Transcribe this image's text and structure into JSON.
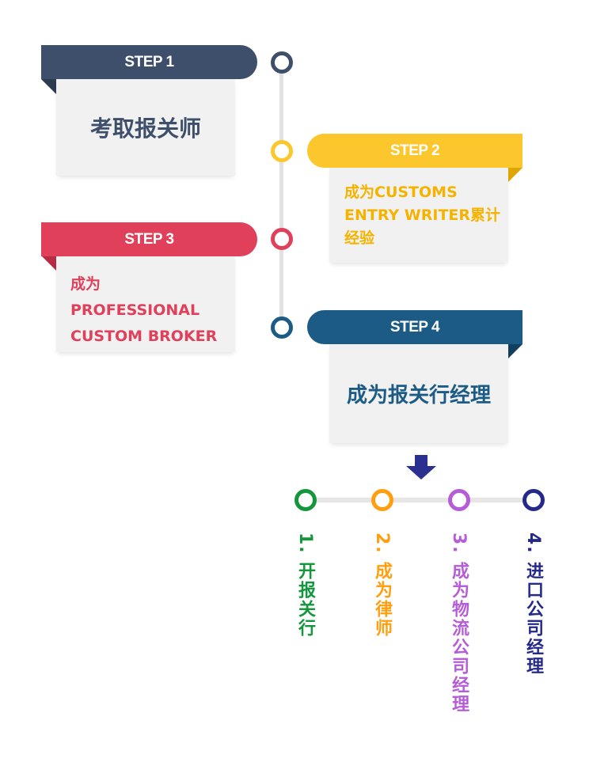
{
  "steps": [
    {
      "label": "STEP 1",
      "text": "考取报关师",
      "color": "#3d4f6b"
    },
    {
      "label": "STEP 2",
      "text": "成为CUSTOMS ENTRY WRITER累计经验",
      "color": "#fcc72c",
      "text_color": "#f5b300"
    },
    {
      "label": "STEP 3",
      "text": "成为PROFESSIONAL CUSTOM BROKER",
      "color": "#e0405a"
    },
    {
      "label": "STEP 4",
      "text": "成为报关行经理",
      "color": "#1c5b86"
    }
  ],
  "options": [
    {
      "text": "1. 开报关行",
      "color": "#14963c"
    },
    {
      "text": "2. 成为律师",
      "color": "#ff9f0f"
    },
    {
      "text": "3. 成为物流公司经理",
      "color": "#b55cd6"
    },
    {
      "text": "4. 进口公司经理",
      "color": "#252a8a"
    }
  ],
  "arrow_color": "#2b2f8f"
}
